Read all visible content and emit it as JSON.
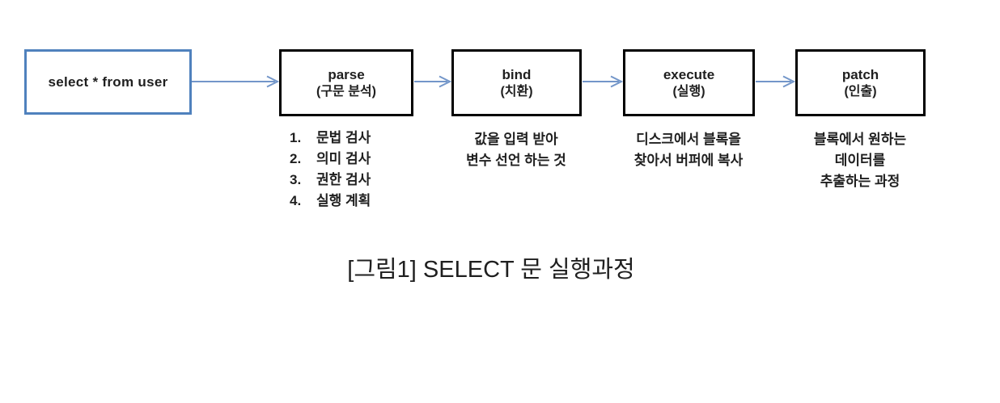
{
  "colors": {
    "source_border": "#4F81BD",
    "box_border": "#000000",
    "arrow": "#7396C9",
    "text": "#1F1F1F"
  },
  "source": {
    "label": "select * from user"
  },
  "steps": [
    {
      "title": "parse",
      "subtitle": "(구문 분석)",
      "notes": [
        {
          "num": "1.",
          "text": "문법 검사"
        },
        {
          "num": "2.",
          "text": "의미 검사"
        },
        {
          "num": "3.",
          "text": "권한 검사"
        },
        {
          "num": "4.",
          "text": "실행 계획"
        }
      ]
    },
    {
      "title": "bind",
      "subtitle": "(치환)",
      "lines": [
        "값을 입력 받아",
        "변수 선언 하는 것"
      ]
    },
    {
      "title": "execute",
      "subtitle": "(실행)",
      "lines": [
        "디스크에서 블록을",
        "찾아서 버퍼에 복사"
      ]
    },
    {
      "title": "patch",
      "subtitle": "(인출)",
      "lines": [
        "블록에서 원하는",
        "데이터를",
        "추출하는 과정"
      ]
    }
  ],
  "caption": "[그림1] SELECT 문 실행과정"
}
